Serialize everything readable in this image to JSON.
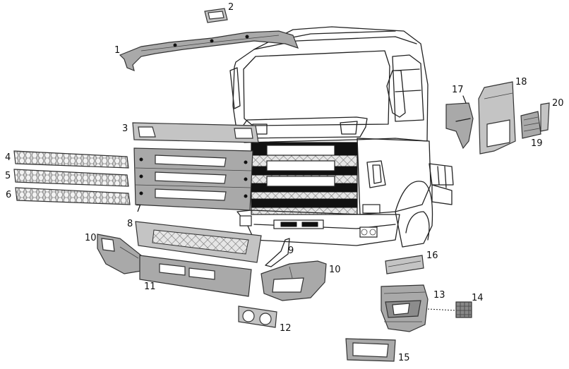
{
  "labels": [
    {
      "id": "1",
      "text": "1"
    },
    {
      "id": "2",
      "text": "2"
    },
    {
      "id": "3",
      "text": "3"
    },
    {
      "id": "4",
      "text": "4"
    },
    {
      "id": "5",
      "text": "5"
    },
    {
      "id": "6",
      "text": "6"
    },
    {
      "id": "7",
      "text": "7"
    },
    {
      "id": "8",
      "text": "8"
    },
    {
      "id": "9",
      "text": "9"
    },
    {
      "id": "10a",
      "text": "10"
    },
    {
      "id": "10b",
      "text": "10"
    },
    {
      "id": "11",
      "text": "11"
    },
    {
      "id": "12",
      "text": "12"
    },
    {
      "id": "13",
      "text": "13"
    },
    {
      "id": "14",
      "text": "14"
    },
    {
      "id": "15",
      "text": "15"
    },
    {
      "id": "16",
      "text": "16"
    },
    {
      "id": "17",
      "text": "17"
    },
    {
      "id": "18",
      "text": "18"
    },
    {
      "id": "19",
      "text": "19"
    },
    {
      "id": "20",
      "text": "20"
    }
  ]
}
